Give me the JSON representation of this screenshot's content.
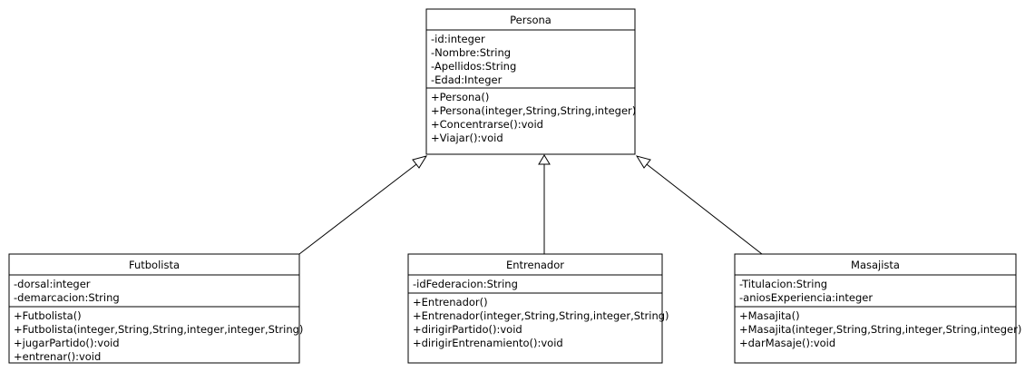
{
  "classes": {
    "persona": {
      "name": "Persona",
      "attributes": [
        "-id:integer",
        "-Nombre:String",
        "-Apellidos:String",
        "-Edad:Integer"
      ],
      "methods": [
        "+Persona()",
        "+Persona(integer,String,String,integer)",
        "+Concentrarse():void",
        "+Viajar():void"
      ]
    },
    "futbolista": {
      "name": "Futbolista",
      "attributes": [
        "-dorsal:integer",
        "-demarcacion:String"
      ],
      "methods": [
        "+Futbolista()",
        "+Futbolista(integer,String,String,integer,integer,String)",
        "+jugarPartido():void",
        "+entrenar():void"
      ]
    },
    "entrenador": {
      "name": "Entrenador",
      "attributes": [
        "-idFederacion:String"
      ],
      "methods": [
        "+Entrenador()",
        "+Entrenador(integer,String,String,integer,String)",
        "+dirigirPartido():void",
        "+dirigirEntrenamiento():void"
      ]
    },
    "masajista": {
      "name": "Masajista",
      "attributes": [
        "-Titulacion:String",
        "-aniosExperiencia:integer"
      ],
      "methods": [
        "+Masajita()",
        "+Masajita(integer,String,String,integer,String,integer)",
        "+darMasaje():void"
      ]
    }
  },
  "relations": [
    {
      "type": "generalization",
      "from": "futbolista",
      "to": "persona"
    },
    {
      "type": "generalization",
      "from": "entrenador",
      "to": "persona"
    },
    {
      "type": "generalization",
      "from": "masajista",
      "to": "persona"
    }
  ]
}
